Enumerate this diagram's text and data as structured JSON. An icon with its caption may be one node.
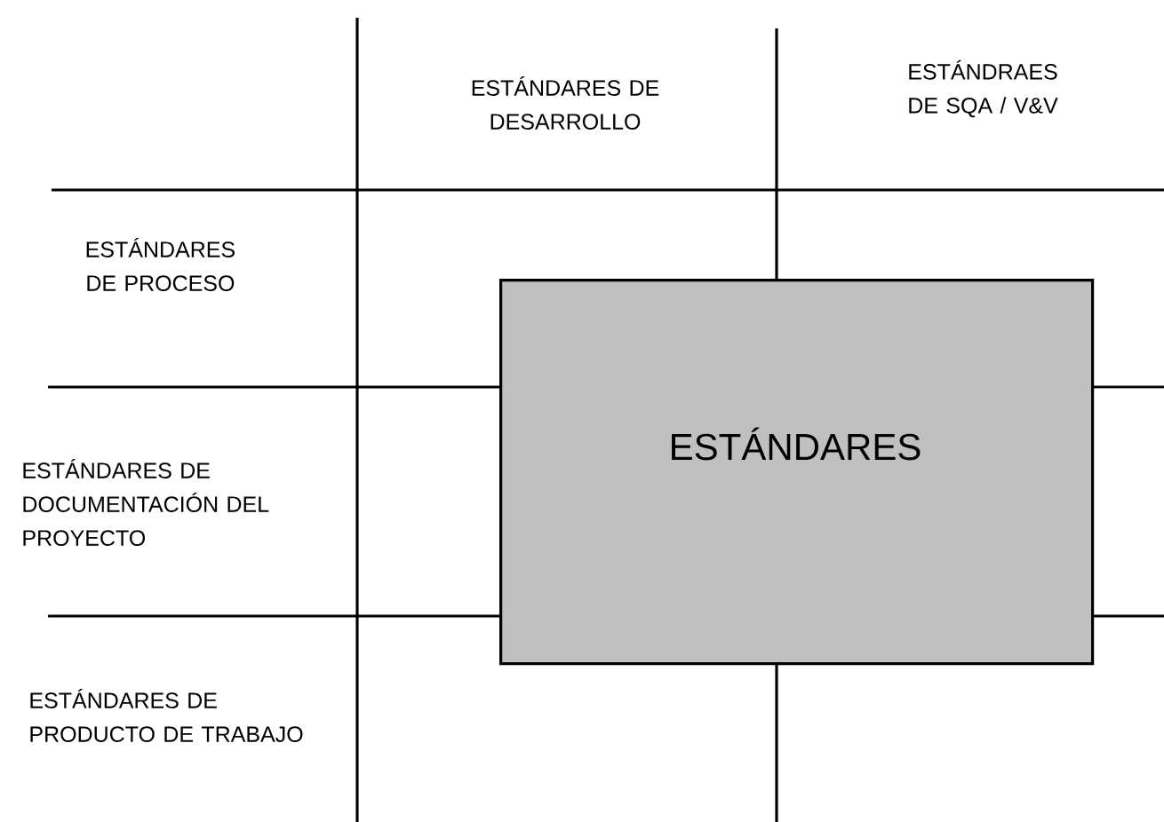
{
  "diagram": {
    "nodes": [
      {
        "text": [
          "ESTÁNDARES"
        ]
      }
    ],
    "labels": [
      "ESTÁNDARES DE DESARROLLO",
      "ESTÁNDRAES DE SQA / V&V",
      "ESTÁNDARES DE PROCESO",
      "ESTÁNDARES DE DOCUMENTACIÓN DEL PROYECTO",
      "ESTÁNDARES DE PRODUCTO DE TRABAJO"
    ]
  }
}
